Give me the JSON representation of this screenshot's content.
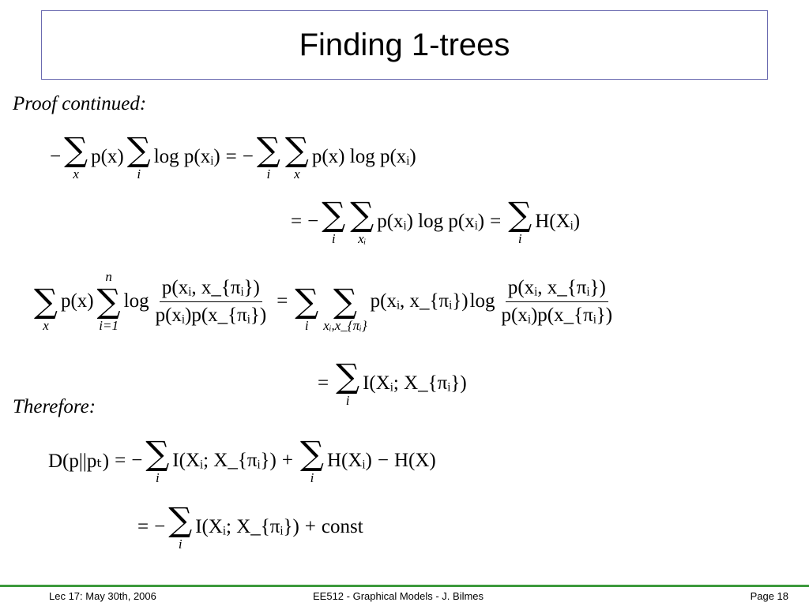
{
  "slide": {
    "title": "Finding 1-trees",
    "proof_label": "Proof continued:",
    "therefore_label": "Therefore:"
  },
  "equations": {
    "eq1": {
      "lhs": [
        "−",
        "p(x)",
        "log p(x_i)"
      ],
      "lhs_text": "− Σ_x p(x) Σ_i log p(x_i) = − Σ_i Σ_x p(x) log p(x_i)",
      "p1": "−",
      "s1_sub": "x",
      "t1": "p(x)",
      "s2_sub": "i",
      "t2": "log p(xᵢ)",
      "eq": "=",
      "p2": "−",
      "s3_sub": "i",
      "s4_sub": "x",
      "t3": "p(x) log p(xᵢ)"
    },
    "eq2": {
      "eq": "=",
      "p1": "−",
      "s1_sub": "i",
      "s2_sub": "xᵢ",
      "t1": "p(xᵢ) log p(xᵢ)",
      "eq2": "=",
      "s3_sub": "i",
      "t2": "H(Xᵢ)"
    },
    "eq3": {
      "s1_sub": "x",
      "t1": "p(x)",
      "s2_sup": "n",
      "s2_sub": "i=1",
      "log1": "log",
      "f1_num": "p(xᵢ, x_{πᵢ})",
      "f1_den": "p(xᵢ)p(x_{πᵢ})",
      "eq": "=",
      "s3_sub": "i",
      "s4_sub": "xᵢ,x_{πᵢ}",
      "t2": "p(xᵢ, x_{πᵢ})",
      "log2": "log",
      "f2_num": "p(xᵢ, x_{πᵢ})",
      "f2_den": "p(xᵢ)p(x_{πᵢ})"
    },
    "eq4": {
      "eq": "=",
      "s1_sub": "i",
      "t1": "I(Xᵢ; X_{πᵢ})"
    },
    "eq5": {
      "lhs": "D(p||pₜ)",
      "eq": "=",
      "p1": "−",
      "s1_sub": "i",
      "t1": "I(Xᵢ; X_{πᵢ})",
      "plus": "+",
      "s2_sub": "i",
      "t2": "H(Xᵢ)",
      "minus": "−",
      "t3": "H(X)"
    },
    "eq6": {
      "eq": "=",
      "p1": "−",
      "s1_sub": "i",
      "t1": "I(Xᵢ; X_{πᵢ})",
      "plus": "+",
      "t2": "const"
    }
  },
  "footer": {
    "left": "Lec 17: May 30th, 2006",
    "center": "EE512 - Graphical Models - J. Bilmes",
    "right": "Page 18"
  },
  "colors": {
    "title_border": "#6b6bb0",
    "footer_line": "#3c9a3c"
  }
}
